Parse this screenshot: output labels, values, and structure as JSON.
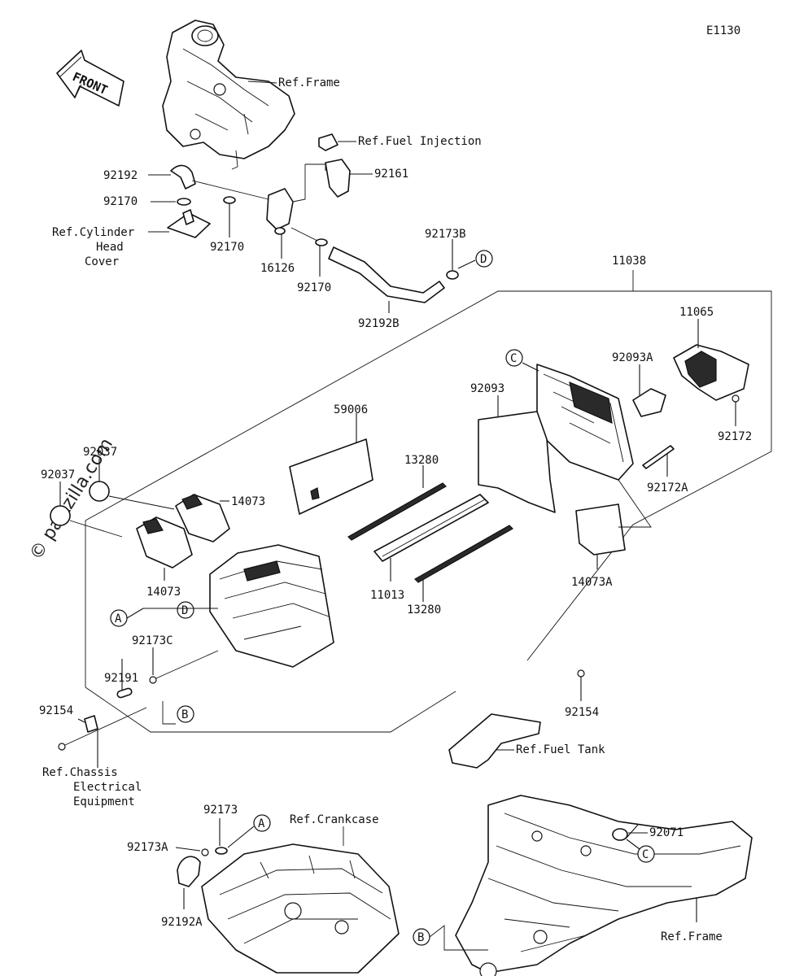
{
  "diagram_code": "E1130",
  "front_label": "FRONT",
  "watermark": "© partzilla.com",
  "labels": {
    "ref_frame_top": "Ref.Frame",
    "ref_fuel_injection": "Ref.Fuel Injection",
    "p92161": "92161",
    "p92192": "92192",
    "p92170_a": "92170",
    "ref_cyl_1": "Ref.Cylinder",
    "ref_cyl_2": "Head",
    "ref_cyl_3": "Cover",
    "p92170_b": "92170",
    "p16126": "16126",
    "p92170_c": "92170",
    "p92173b": "92173B",
    "p92192b": "92192B",
    "p11038": "11038",
    "p11065": "11065",
    "p92093a": "92093A",
    "p92093": "92093",
    "p59006": "59006",
    "p13280_a": "13280",
    "p92172": "92172",
    "p92172a": "92172A",
    "p92037_a": "92037",
    "p92037_b": "92037",
    "p14073_a": "14073",
    "p14073_b": "14073",
    "p11013": "11013",
    "p13280_b": "13280",
    "p14073a": "14073A",
    "p92173c": "92173C",
    "p92191": "92191",
    "p92154_a": "92154",
    "p92154_b": "92154",
    "ref_fuel_tank": "Ref.Fuel Tank",
    "ref_chassis_1": "Ref.Chassis",
    "ref_chassis_2": "Electrical",
    "ref_chassis_3": "Equipment",
    "p92173": "92173",
    "p92173a": "92173A",
    "p92192a": "92192A",
    "ref_crankcase": "Ref.Crankcase",
    "p92071": "92071",
    "ref_frame_bottom": "Ref.Frame"
  },
  "callouts": {
    "a1": "A",
    "a2": "A",
    "b1": "B",
    "b2": "B",
    "c1": "C",
    "c2": "C",
    "d1": "D",
    "d2": "D"
  }
}
